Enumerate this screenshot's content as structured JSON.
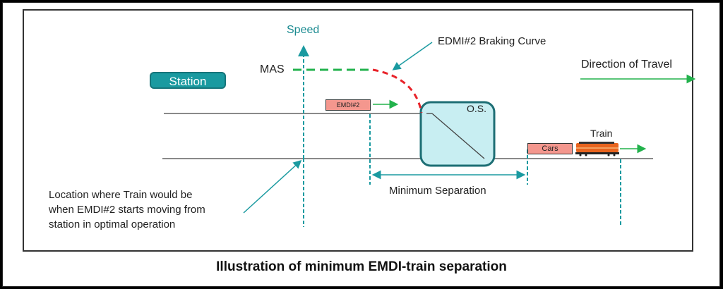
{
  "labels": {
    "speed": "Speed",
    "mas": "MAS",
    "station": "Station",
    "braking_curve": "EDMI#2 Braking Curve",
    "direction_of_travel": "Direction of Travel",
    "emdi": "EMDI#2",
    "os": "O.S.",
    "train": "Train",
    "cars": "Cars",
    "minimum_separation": "Minimum Separation",
    "location_note_line1": "Location where Train would be",
    "location_note_line2": "when EMDI#2 starts moving from",
    "location_note_line3": "station in optimal operation"
  },
  "caption": "Illustration of minimum EMDI-train separation",
  "colors": {
    "teal": "#1a9aa0",
    "green": "#22b24c",
    "red": "#e8232a",
    "salmon": "#f4978e",
    "os_fill": "#c8eef2",
    "os_stroke": "#1d6e74"
  }
}
